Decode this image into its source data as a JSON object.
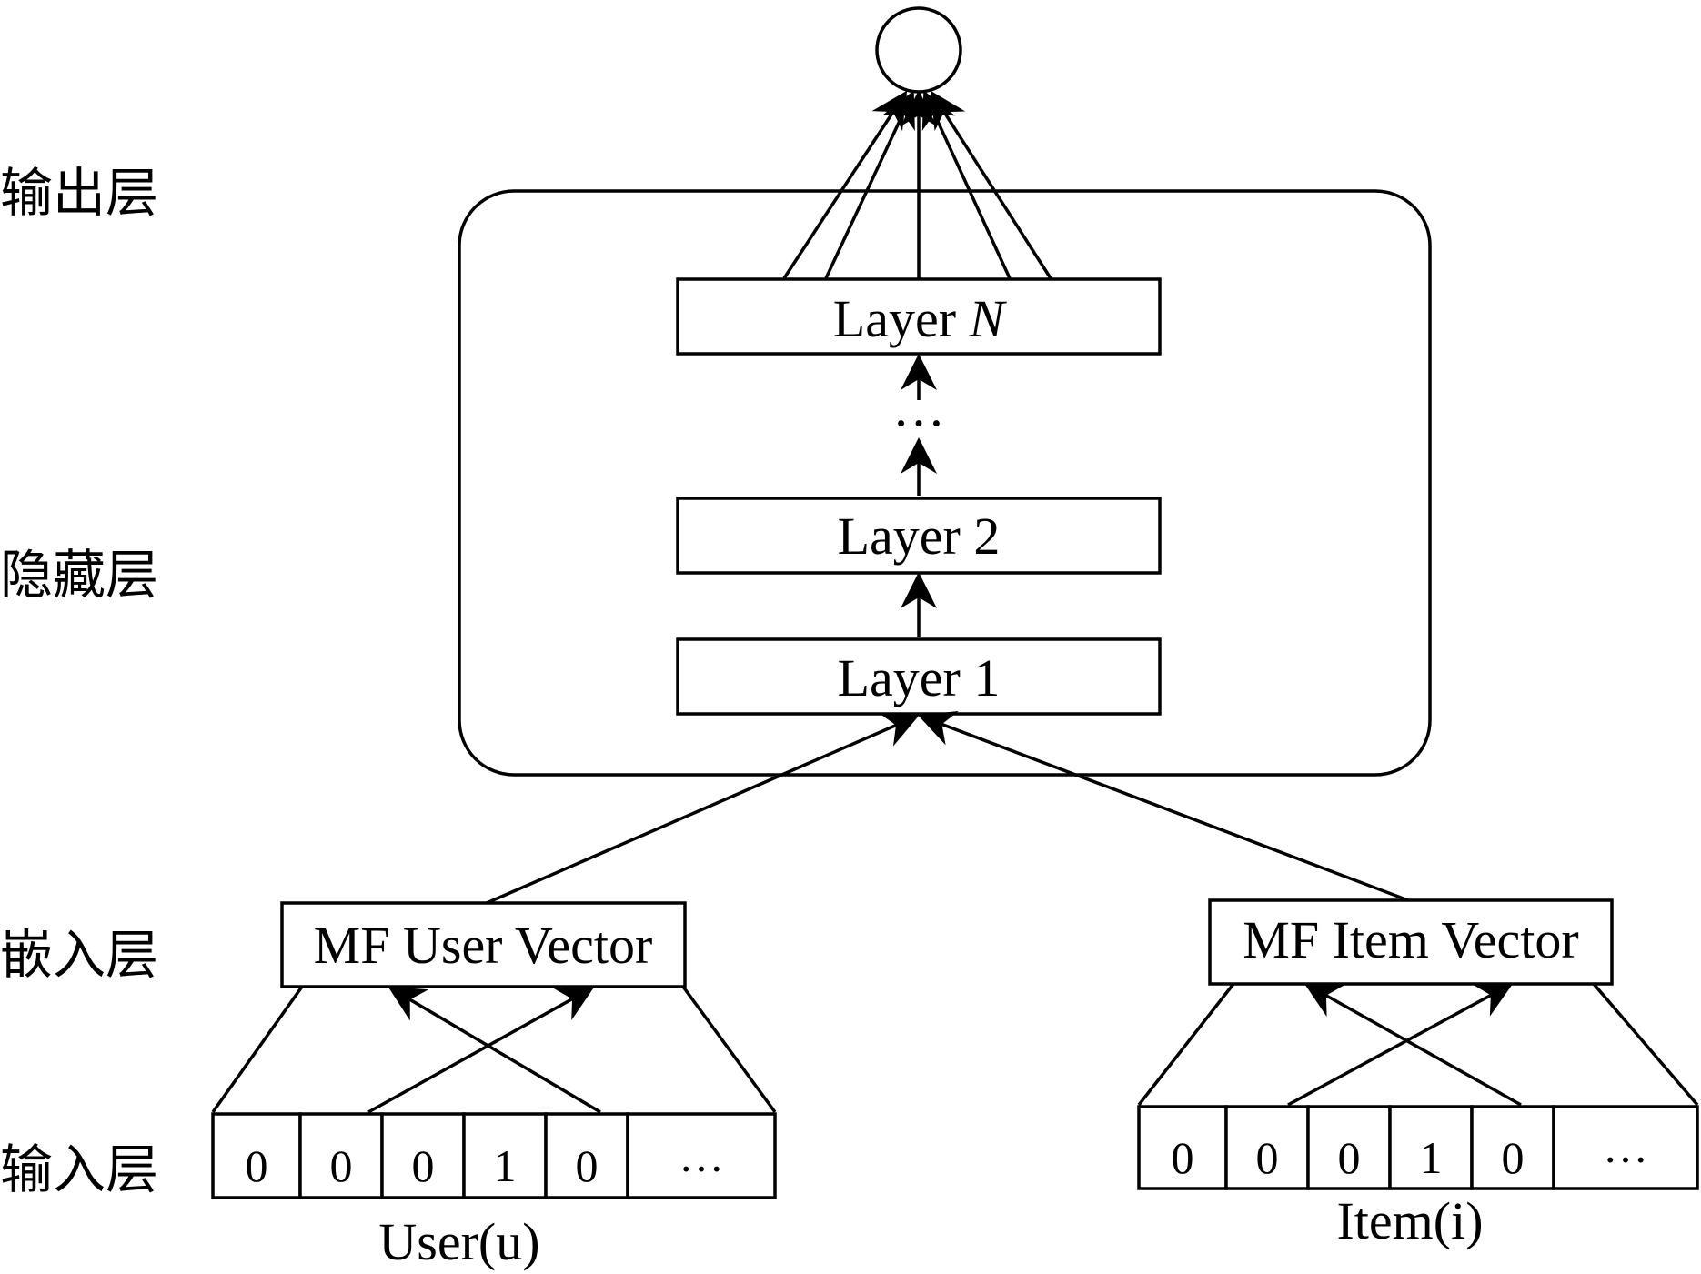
{
  "layer_labels": {
    "output": "输出层",
    "hidden": "隐藏层",
    "embedding": "嵌入层",
    "input": "输入层"
  },
  "hidden_layers": {
    "layer_n_prefix": "Layer ",
    "layer_n_var": "N",
    "ellipsis": "…",
    "layer_2": "Layer 2",
    "layer_1": "Layer 1"
  },
  "embeddings": {
    "user": "MF User Vector",
    "item": "MF Item Vector"
  },
  "inputs": {
    "user_cells": [
      "0",
      "0",
      "0",
      "1",
      "0",
      "…"
    ],
    "item_cells": [
      "0",
      "0",
      "0",
      "1",
      "0",
      "…"
    ],
    "user_caption": "User(u)",
    "item_caption": "Item(i)"
  }
}
